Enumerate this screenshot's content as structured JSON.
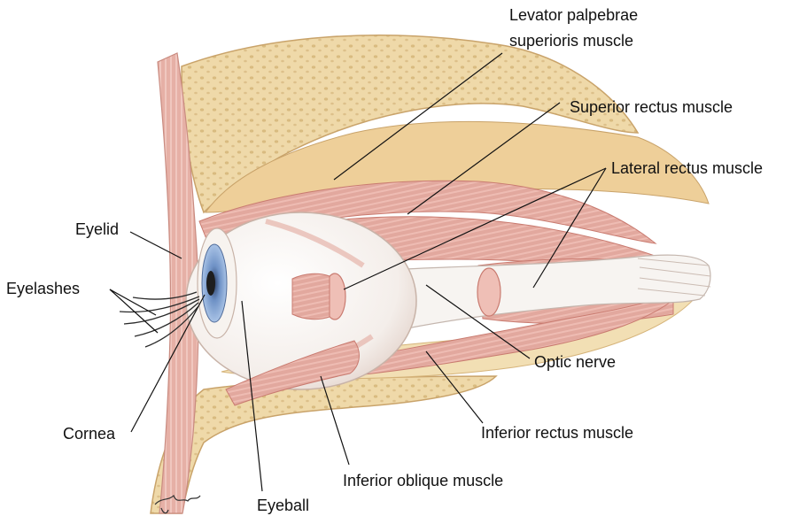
{
  "labels": {
    "levator_line1": "Levator palpebrae",
    "levator_line2": "superioris muscle",
    "superior_rectus": "Superior rectus muscle",
    "lateral_rectus": "Lateral rectus muscle",
    "eyelid": "Eyelid",
    "eyelashes": "Eyelashes",
    "optic_nerve": "Optic nerve",
    "inferior_rectus": "Inferior rectus muscle",
    "cornea": "Cornea",
    "inferior_oblique": "Inferior oblique muscle",
    "eyeball": "Eyeball"
  },
  "colors": {
    "bone": "#efd9a9",
    "bone_pore": "#d8b97c",
    "fat": "#f3e3bd",
    "muscle": "#e2a89e",
    "muscle_dark": "#c97b70",
    "muscle_stripe": "#f1cbc3",
    "sclera": "#ffffff",
    "iris": "#6f92c6",
    "pupil": "#1e1e1e",
    "nerve": "#f7f4f1",
    "leader": "#111111"
  }
}
